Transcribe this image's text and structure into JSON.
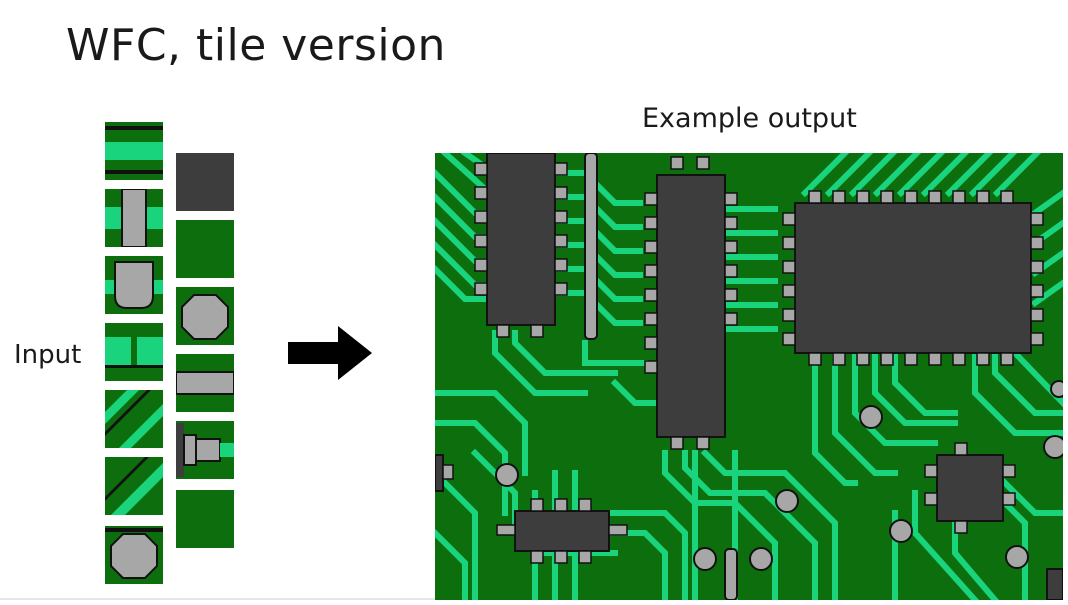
{
  "slide": {
    "title": "WFC, tile version",
    "input_label": "Input",
    "output_label": "Example output"
  },
  "colors": {
    "board_green": "#0d6e0d",
    "trace_green": "#19d47c",
    "chip_dark": "#3d3d3d",
    "metal_gray": "#a7a7a7",
    "outline": "#111111"
  },
  "input_tiles": {
    "column_1": [
      "wire-horizontal",
      "connector-vertical",
      "connector-end",
      "wire-cross",
      "wire-diagonal-double",
      "wire-diagonal",
      "pad"
    ],
    "column_2": [
      "chip-body",
      "empty-board",
      "pad",
      "bridge-horizontal",
      "transistor-side",
      "empty-board"
    ]
  }
}
